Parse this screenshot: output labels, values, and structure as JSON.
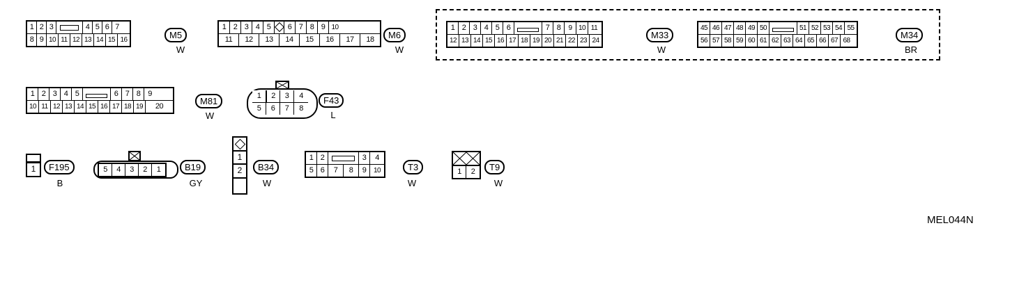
{
  "connectors": {
    "m5": {
      "row1": [
        "1",
        "2",
        "3",
        "",
        "4",
        "5",
        "6",
        "7"
      ],
      "row2": [
        "8",
        "9",
        "10",
        "11",
        "12",
        "13",
        "14",
        "15",
        "16"
      ],
      "id": "M5",
      "color": "W"
    },
    "m6": {
      "row1": [
        "1",
        "2",
        "3",
        "4",
        "5",
        "",
        "6",
        "7",
        "8",
        "9",
        "10"
      ],
      "row2": [
        "11",
        "12",
        "13",
        "14",
        "15",
        "16",
        "17",
        "18"
      ],
      "id": "M6",
      "color": "W"
    },
    "m33": {
      "row1": [
        "1",
        "2",
        "3",
        "4",
        "5",
        "6",
        "",
        "7",
        "8",
        "9",
        "10",
        "11"
      ],
      "row2": [
        "12",
        "13",
        "14",
        "15",
        "16",
        "17",
        "18",
        "19",
        "20",
        "21",
        "22",
        "23",
        "24"
      ],
      "id": "M33",
      "color": "W"
    },
    "m34": {
      "row1": [
        "45",
        "46",
        "47",
        "48",
        "49",
        "50",
        "",
        "51",
        "52",
        "53",
        "54",
        "55"
      ],
      "row2": [
        "56",
        "57",
        "58",
        "59",
        "60",
        "61",
        "62",
        "63",
        "64",
        "65",
        "66",
        "67",
        "68"
      ],
      "id": "M34",
      "color": "BR"
    },
    "m81": {
      "row1": [
        "1",
        "2",
        "3",
        "4",
        "5",
        "",
        "6",
        "7",
        "8",
        "9"
      ],
      "row2": [
        "10",
        "11",
        "12",
        "13",
        "14",
        "15",
        "16",
        "17",
        "18",
        "19",
        "20"
      ],
      "id": "M81",
      "color": "W"
    },
    "f43": {
      "row1": [
        "1",
        "2",
        "3",
        "4"
      ],
      "row2": [
        "5",
        "6",
        "7",
        "8"
      ],
      "id": "F43",
      "color": "L"
    },
    "f195": {
      "cells": [
        "1"
      ],
      "id": "F195",
      "color": "B"
    },
    "b19": {
      "cells": [
        "5",
        "4",
        "3",
        "2",
        "1"
      ],
      "id": "B19",
      "color": "GY"
    },
    "b34": {
      "cells": [
        "1",
        "2"
      ],
      "id": "B34",
      "color": "W"
    },
    "t3": {
      "row1": [
        "1",
        "2",
        "",
        "3",
        "4"
      ],
      "row2": [
        "5",
        "6",
        "7",
        "8",
        "9",
        "10"
      ],
      "id": "T3",
      "color": "W"
    },
    "t9": {
      "cells": [
        "1",
        "2"
      ],
      "id": "T9",
      "color": "W"
    }
  },
  "figure_code": "MEL044N"
}
